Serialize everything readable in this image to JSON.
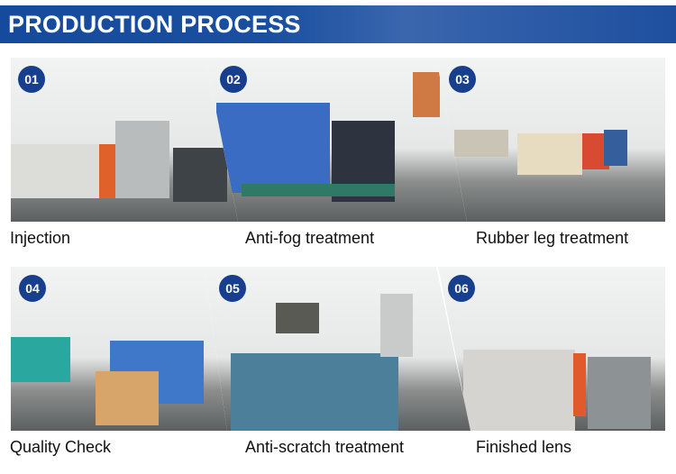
{
  "header": {
    "title": "PRODUCTION PROCESS"
  },
  "steps": [
    {
      "number": "01",
      "label": "Injection"
    },
    {
      "number": "02",
      "label": "Anti-fog treatment"
    },
    {
      "number": "03",
      "label": "Rubber leg treatment"
    },
    {
      "number": "04",
      "label": "Quality Check"
    },
    {
      "number": "05",
      "label": "Anti-scratch treatment"
    },
    {
      "number": "06",
      "label": "Finished lens"
    }
  ],
  "colors": {
    "banner": "#1a4f9f",
    "badge": "#173f8e"
  }
}
